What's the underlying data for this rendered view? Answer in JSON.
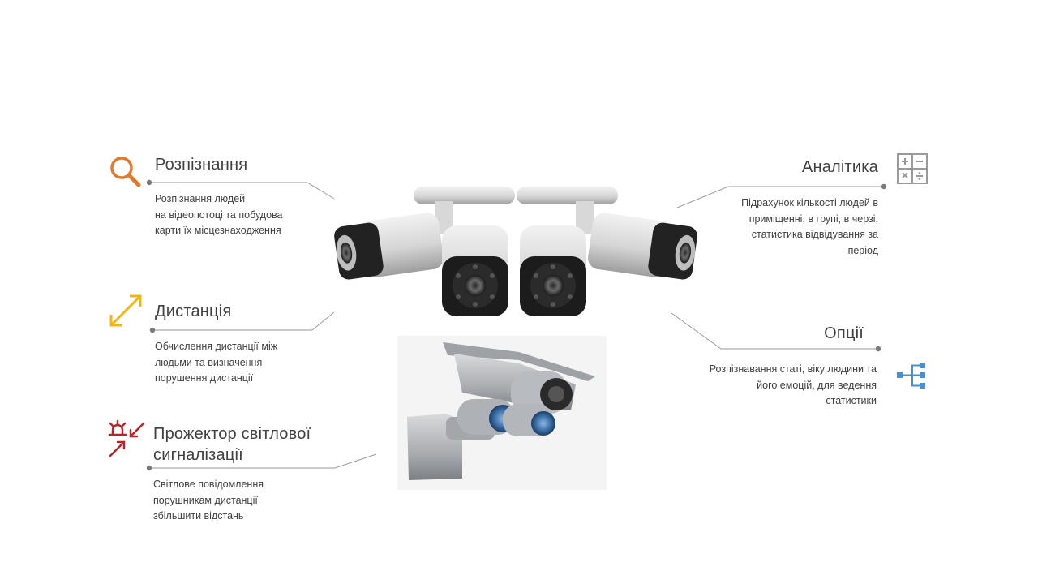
{
  "features": {
    "recognition": {
      "title": "Розпізнання",
      "lines": [
        "Розпізнання  людей",
        "на відеопотоці  та побудова",
        "карти їх місцезнаходження"
      ],
      "icon": "magnifier-icon",
      "color": "#e07b2e"
    },
    "distance": {
      "title": "Дистанція",
      "lines": [
        "Обчислення  дистанції  між",
        "людьми та визначення",
        "порушення  дистанції"
      ],
      "icon": "diagonal-arrows-icon",
      "color": "#f2b614"
    },
    "projector": {
      "title_lines": [
        "Прожектор світлової",
        "сигналізації"
      ],
      "lines": [
        "Світлове повідомлення",
        "порушникам  дистанції",
        "збільшити відстань"
      ],
      "icon": "alarm-siren-icon",
      "color": "#b3262a"
    },
    "analytics": {
      "title": "Аналітика",
      "lines": [
        "Підрахунок  кількості  людей в",
        "приміщенні,  в групі, в черзі,",
        "статистика  відвідування  за",
        "період"
      ],
      "icon": "calculator-icon",
      "color": "#9a9a9a"
    },
    "options": {
      "title": "Опції",
      "lines": [
        "Розпізнавання  статі, віку людини та",
        "його емоцій,  для ведення",
        "статистики"
      ],
      "icon": "hierarchy-icon",
      "color": "#4a90d0"
    }
  },
  "images": {
    "top": "bullet-security-cameras",
    "bottom": "outdoor-cctv-camera"
  }
}
